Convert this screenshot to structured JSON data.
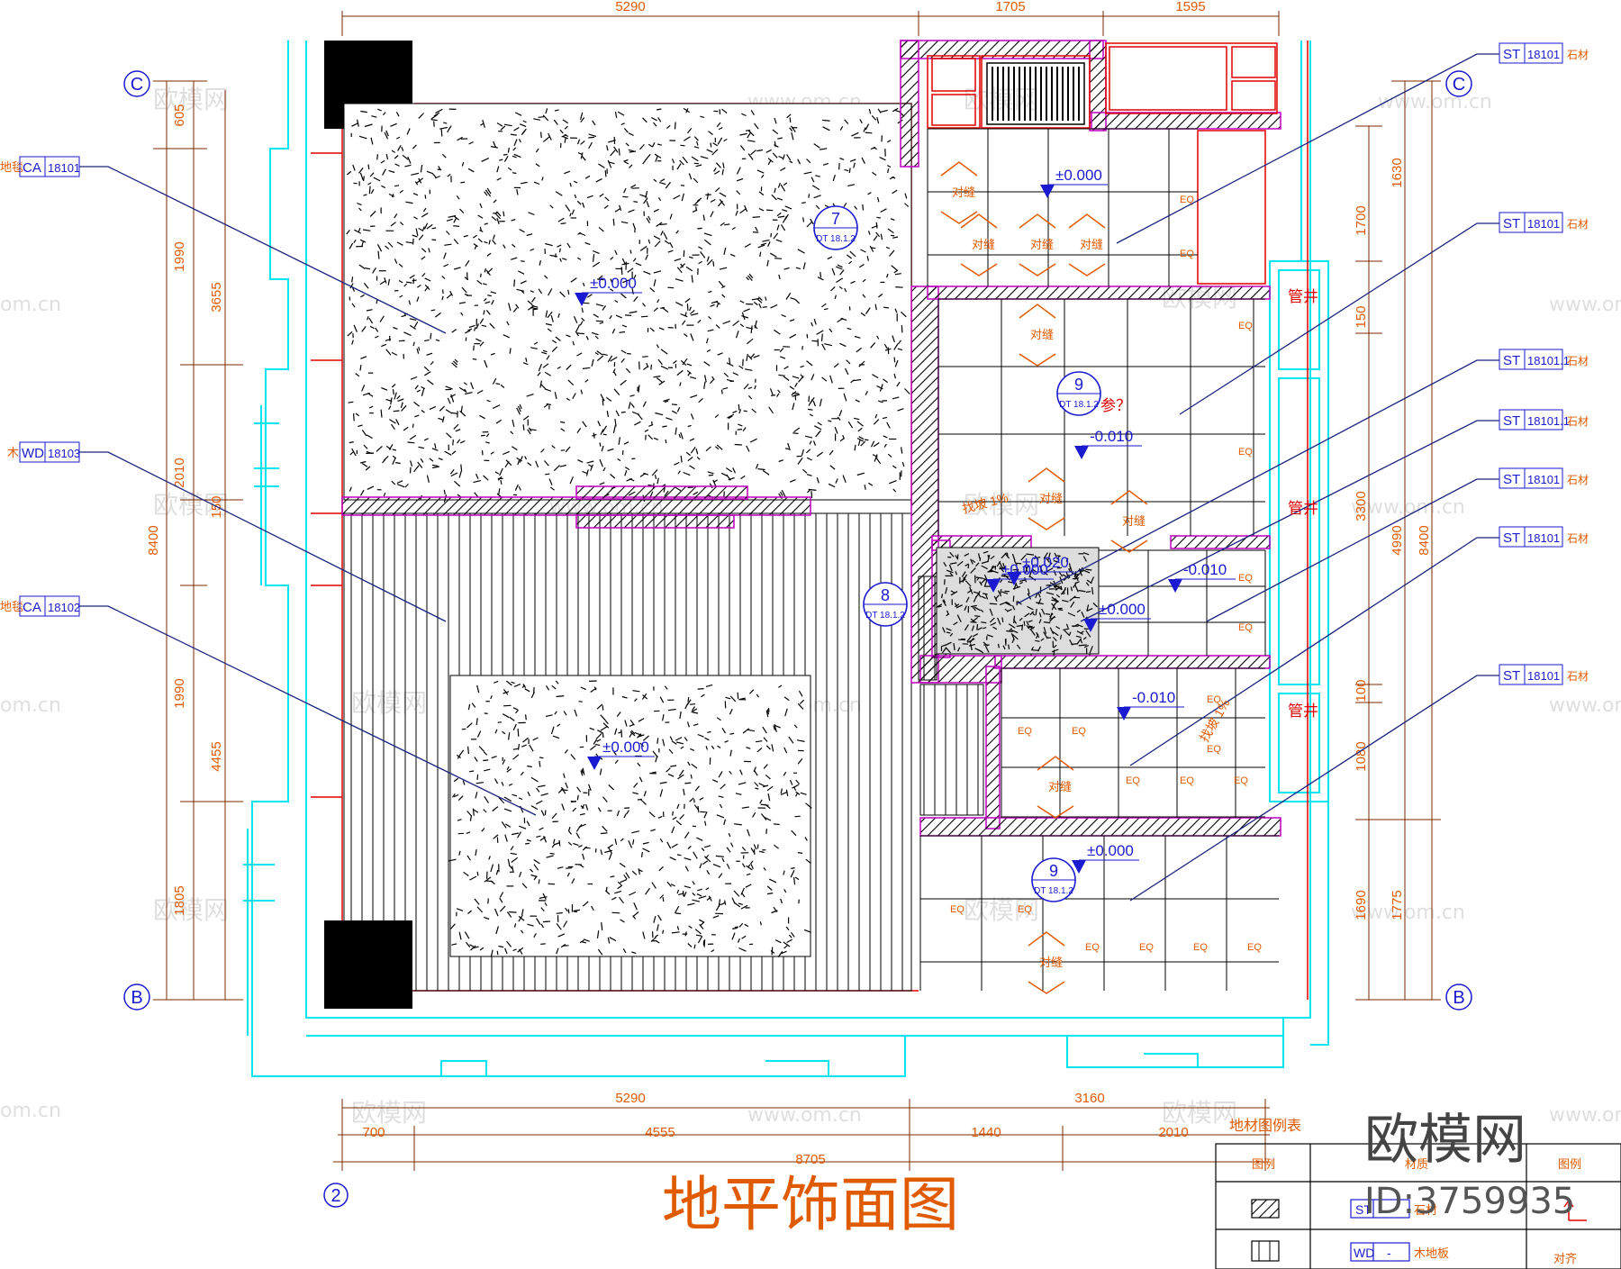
{
  "title": "地平饰面图",
  "watermark": {
    "brand": "欧模网",
    "id": "ID:3759935",
    "site": "www.om.cn",
    "site_short": "om.cn"
  },
  "dims_top": [
    "5290",
    "1705",
    "1595"
  ],
  "dims_bottom_row1": [
    "5290",
    "3160"
  ],
  "dims_bottom_row2": [
    "700",
    "4555",
    "1440",
    "2010"
  ],
  "dims_bottom_total": "8705",
  "dims_left_outer": [
    "605",
    "1990",
    "2010",
    "1990",
    "1805"
  ],
  "dims_left_mid": [
    "3655",
    "150",
    "4455"
  ],
  "dims_left_total": "8400",
  "dims_right_inner": [
    "1630",
    "1700",
    "150",
    "3300",
    "100",
    "1080",
    "1690",
    "1775"
  ],
  "dims_right_mid": [
    "4990"
  ],
  "dims_right_total": "8400",
  "axis_labels": {
    "C": "C",
    "B": "B",
    "two": "2"
  },
  "material_tags_left": [
    {
      "prefix": "地毯",
      "code": "CA",
      "num": "18101"
    },
    {
      "prefix": "木",
      "code": "WD",
      "num": "18103"
    },
    {
      "prefix": "地毯",
      "code": "CA",
      "num": "18102"
    }
  ],
  "material_tags_right": [
    {
      "code": "ST",
      "num": "18101",
      "suffix": "石材"
    },
    {
      "code": "ST",
      "num": "18101",
      "suffix": "石材"
    },
    {
      "code": "ST",
      "num": "18101.1",
      "suffix": "石材"
    },
    {
      "code": "ST",
      "num": "18101.1",
      "suffix": "石材"
    },
    {
      "code": "ST",
      "num": "18101",
      "suffix": "石材"
    },
    {
      "code": "ST",
      "num": "18101",
      "suffix": "石材"
    },
    {
      "code": "ST",
      "num": "18101",
      "suffix": "石材"
    }
  ],
  "levels": [
    "±0.000",
    "±0.000",
    "±0.000",
    "-0.010",
    "±0.000",
    "±0.000",
    "-0.010",
    "-0.010",
    "±0.000",
    "±0.020"
  ],
  "section_bubbles": [
    {
      "num": "7",
      "ref": "DT 18.1.2"
    },
    {
      "num": "9",
      "ref": "DT 18.1.2"
    },
    {
      "num": "8",
      "ref": "DT 18.1.2"
    },
    {
      "num": "9",
      "ref": "DT 18.1.2"
    }
  ],
  "shaft_label": "管井",
  "query_note": "参？",
  "slope_note": "找坡 1%",
  "center_mark": "对缝",
  "eq": "EQ",
  "legend": {
    "title": "地材图例表",
    "col_pattern": "图例",
    "col_material": "材质",
    "col_pattern2": "图例",
    "rows": [
      {
        "code": "ST",
        "dash": "-",
        "name": "石材"
      },
      {
        "code": "WD",
        "dash": "-",
        "name": "木地板"
      }
    ],
    "align_note": "对齐"
  },
  "colors": {
    "orange": "#e05a00",
    "blue": "#1a1ad0",
    "cyan": "#00e5f0",
    "magenta": "#c000c0",
    "red": "#e00000",
    "navy": "#1a237e"
  }
}
